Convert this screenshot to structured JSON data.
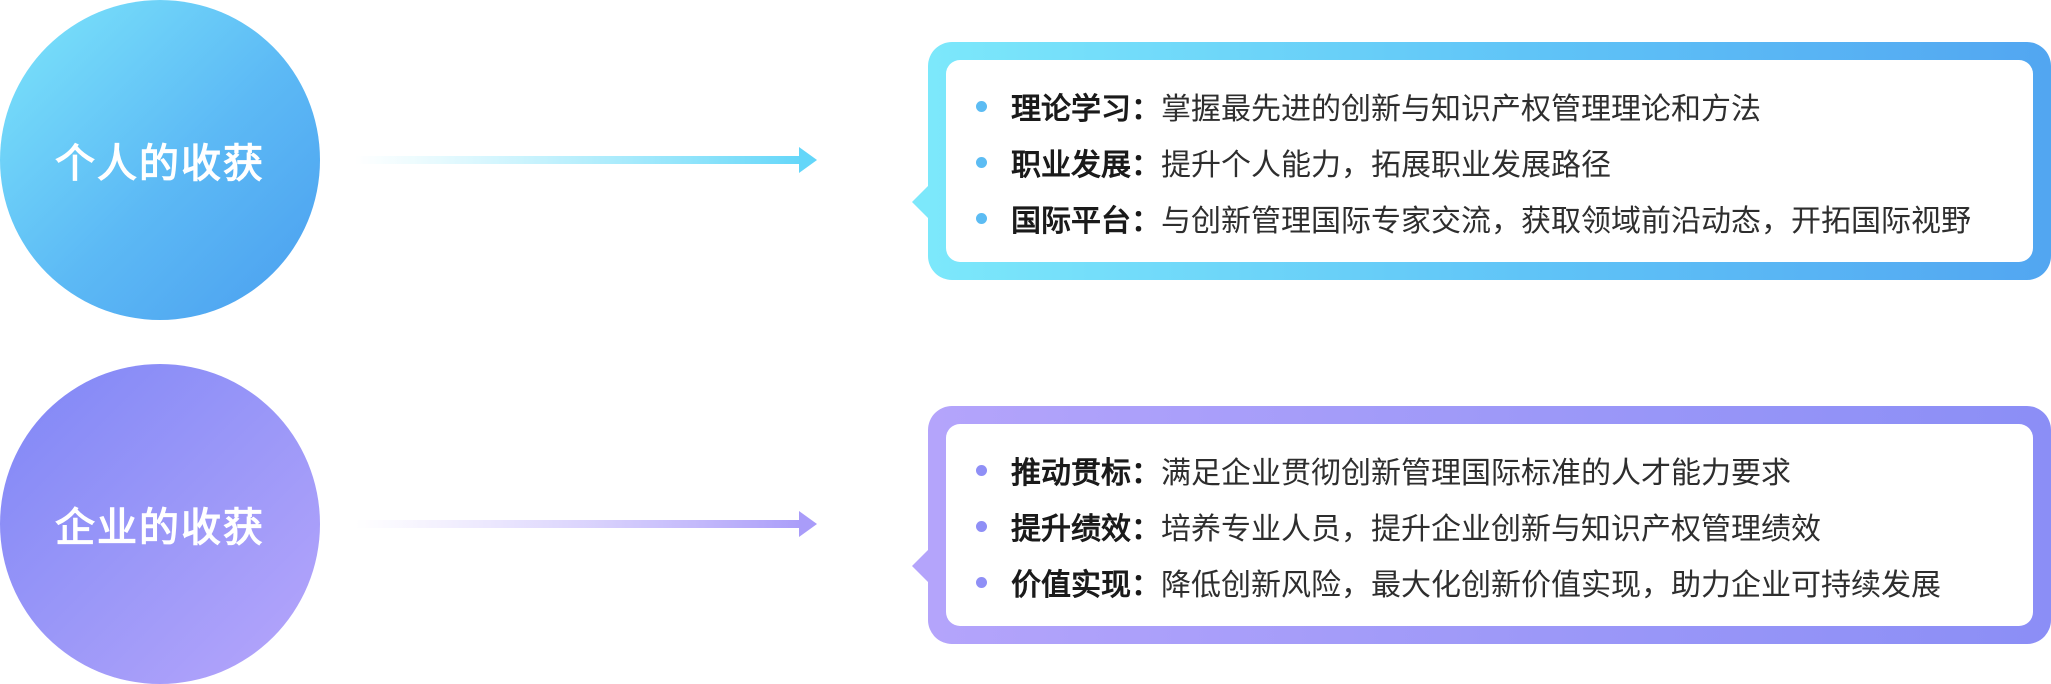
{
  "rows": [
    {
      "label": "个人的收获",
      "items": [
        {
          "title": "理论学习：",
          "text": "掌握最先进的创新与知识产权管理理论和方法"
        },
        {
          "title": "职业发展：",
          "text": "提升个人能力，拓展职业发展路径"
        },
        {
          "title": "国际平台：",
          "text": "与创新管理国际专家交流，获取领域前沿动态，开拓国际视野"
        }
      ]
    },
    {
      "label": "企业的收获",
      "items": [
        {
          "title": "推动贯标：",
          "text": "满足企业贯彻创新管理国际标准的人才能力要求"
        },
        {
          "title": "提升绩效：",
          "text": "培养专业人员，提升企业创新与知识产权管理绩效"
        },
        {
          "title": "价值实现：",
          "text": "降低创新风险，最大化创新价值实现，助力企业可持续发展"
        }
      ]
    }
  ],
  "colors": {
    "personal_start": "#7de6fb",
    "personal_end": "#4a9eef",
    "enterprise_start": "#7f86f6",
    "enterprise_end": "#b7a6fb",
    "title_text": "#1a1a1a",
    "body_text": "#2e2e2e"
  },
  "icons": {
    "arrow": "right-arrow-icon",
    "bullet": "bullet-dot-icon"
  }
}
